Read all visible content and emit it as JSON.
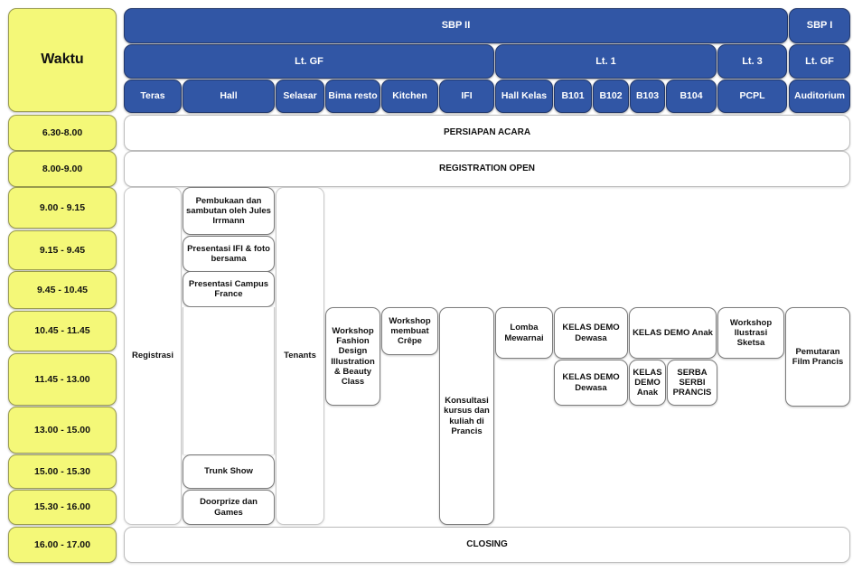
{
  "header": {
    "time_column_title": "Waktu",
    "level0": [
      {
        "label": "SBP II"
      },
      {
        "label": "SBP I"
      }
    ],
    "level1": [
      {
        "label": "Lt. GF"
      },
      {
        "label": "Lt. 1"
      },
      {
        "label": "Lt. 3"
      },
      {
        "label": "Lt. GF"
      }
    ],
    "rooms": [
      {
        "label": "Teras"
      },
      {
        "label": "Hall"
      },
      {
        "label": "Selasar"
      },
      {
        "label": "Bima resto"
      },
      {
        "label": "Kitchen"
      },
      {
        "label": "IFI"
      },
      {
        "label": "Hall Kelas"
      },
      {
        "label": "B101"
      },
      {
        "label": "B102"
      },
      {
        "label": "B103"
      },
      {
        "label": "B104"
      },
      {
        "label": "PCPL"
      },
      {
        "label": "Auditorium"
      }
    ]
  },
  "times": [
    {
      "label": "6.30-8.00"
    },
    {
      "label": "8.00-9.00"
    },
    {
      "label": "9.00 - 9.15"
    },
    {
      "label": "9.15 - 9.45"
    },
    {
      "label": "9.45 - 10.45"
    },
    {
      "label": "10.45 - 11.45"
    },
    {
      "label": "11.45 - 13.00"
    },
    {
      "label": "13.00 - 15.00"
    },
    {
      "label": "15.00 - 15.30"
    },
    {
      "label": "15.30 - 16.00"
    },
    {
      "label": "16.00 - 17.00"
    }
  ],
  "fullwidth_rows": [
    {
      "label": "PERSIAPAN ACARA"
    },
    {
      "label": "REGISTRATION OPEN"
    },
    {
      "label": "CLOSING"
    }
  ],
  "activities": [
    {
      "label": "Registrasi"
    },
    {
      "label": "Pembukaan dan sambutan oleh Jules Irrmann"
    },
    {
      "label": "Presentasi IFI & foto bersama"
    },
    {
      "label": "Presentasi Campus France"
    },
    {
      "label": "Trunk Show"
    },
    {
      "label": "Doorprize dan Games"
    },
    {
      "label": "Tenants"
    },
    {
      "label": "Workshop Fashion Design Illustration & Beauty Class"
    },
    {
      "label": "Workshop membuat Crêpe"
    },
    {
      "label": "Konsultasi kursus dan kuliah di Prancis"
    },
    {
      "label": "Lomba Mewarnai"
    },
    {
      "label": "KELAS DEMO Dewasa"
    },
    {
      "label": "KELAS DEMO Anak"
    },
    {
      "label": "KELAS DEMO Dewasa"
    },
    {
      "label": "KELAS DEMO Anak"
    },
    {
      "label": "SERBA SERBI PRANCIS"
    },
    {
      "label": "Workshop Ilustrasi Sketsa"
    },
    {
      "label": "Pemutaran Film Prancis"
    }
  ],
  "colors": {
    "header_blue": "#3156a5",
    "time_yellow": "#f4f878",
    "cell_white": "#ffffff",
    "text_dark": "#111111"
  }
}
